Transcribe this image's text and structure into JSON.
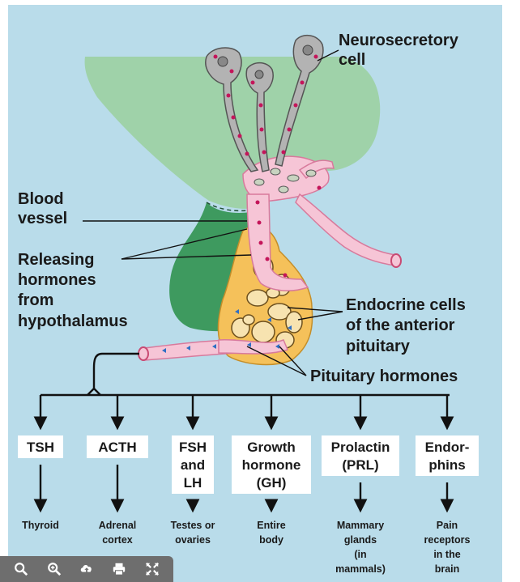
{
  "labels": {
    "neurosecretory": [
      "Neurosecretory",
      "cell"
    ],
    "blood_vessel": [
      "Blood",
      "vessel"
    ],
    "releasing": [
      "Releasing",
      "hormones",
      "from",
      "hypothalamus"
    ],
    "endocrine": [
      "Endocrine cells",
      "of the anterior",
      "pituitary"
    ],
    "pituitary_hormones": "Pituitary hormones"
  },
  "hormones": [
    {
      "name": [
        "TSH"
      ],
      "target": [
        "Thyroid"
      ]
    },
    {
      "name": [
        "ACTH"
      ],
      "target": [
        "Adrenal",
        "cortex"
      ]
    },
    {
      "name": [
        "FSH",
        "and",
        "LH"
      ],
      "target": [
        "Testes or",
        "ovaries"
      ]
    },
    {
      "name": [
        "Growth",
        "hormone",
        "(GH)"
      ],
      "target": [
        "Entire",
        "body"
      ]
    },
    {
      "name": [
        "Prolactin",
        "(PRL)"
      ],
      "target": [
        "Mammary",
        "glands",
        "(in",
        "mammals)"
      ]
    },
    {
      "name": [
        "Endor-",
        "phins"
      ],
      "target": [
        "Pain",
        "receptors",
        "in the",
        "brain"
      ]
    }
  ],
  "colors": {
    "background": "#b9dcea",
    "hypothalamus": "#9fd2a9",
    "pituitary": "#3e9a5f",
    "vessel": "#f6c5d6",
    "vessel_stroke": "#d87a9c",
    "endocrine": "#f5c15a",
    "neuron": "#b3b3b3"
  },
  "toolbar": [
    "zoom-out-icon",
    "zoom-in-icon",
    "upload-icon",
    "print-icon",
    "fullscreen-icon"
  ]
}
